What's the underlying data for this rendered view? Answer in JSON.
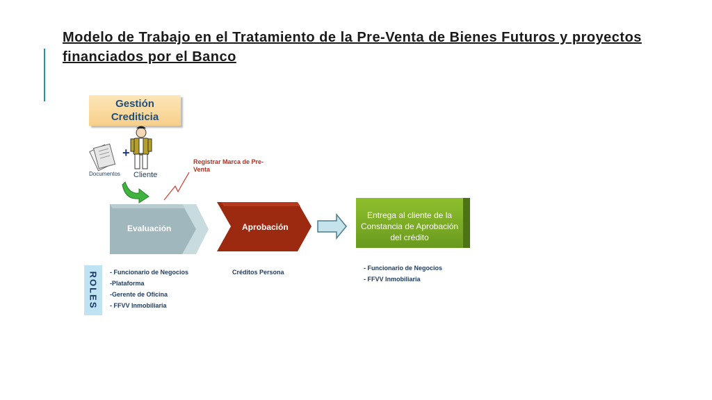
{
  "title": "Modelo de Trabajo en el Tratamiento de la Pre-Venta de Bienes Futuros y  proyectos financiados por el Banco",
  "gestion": {
    "line1": "Gestión",
    "line2": "Crediticia"
  },
  "documents_label": "Documentos",
  "client_label": "Cliente",
  "plus_sign": "+",
  "register_label": "Registrar Marca de Pre-Venta",
  "stages": {
    "evaluacion": "Evaluación",
    "aprobacion": "Aprobación",
    "entrega": "Entrega al cliente de la Constancia de Aprobación del crédito"
  },
  "roles_label": "ROLES",
  "roles_evaluacion": [
    "- Funcionario de Negocios",
    "-Plataforma",
    "-Gerente de Oficina",
    "- FFVV Inmobiliaria"
  ],
  "roles_aprobacion": [
    "Créditos Persona"
  ],
  "roles_entrega": [
    "- Funcionario de Negocios",
    "- FFVV Inmobiliaria"
  ],
  "colors": {
    "evaluacion": "#9fb7bd",
    "aprobacion": "#9c2a10",
    "entrega": "#7aab25",
    "roles_bg": "#bfe3f2",
    "accent": "#2a8fa6"
  }
}
